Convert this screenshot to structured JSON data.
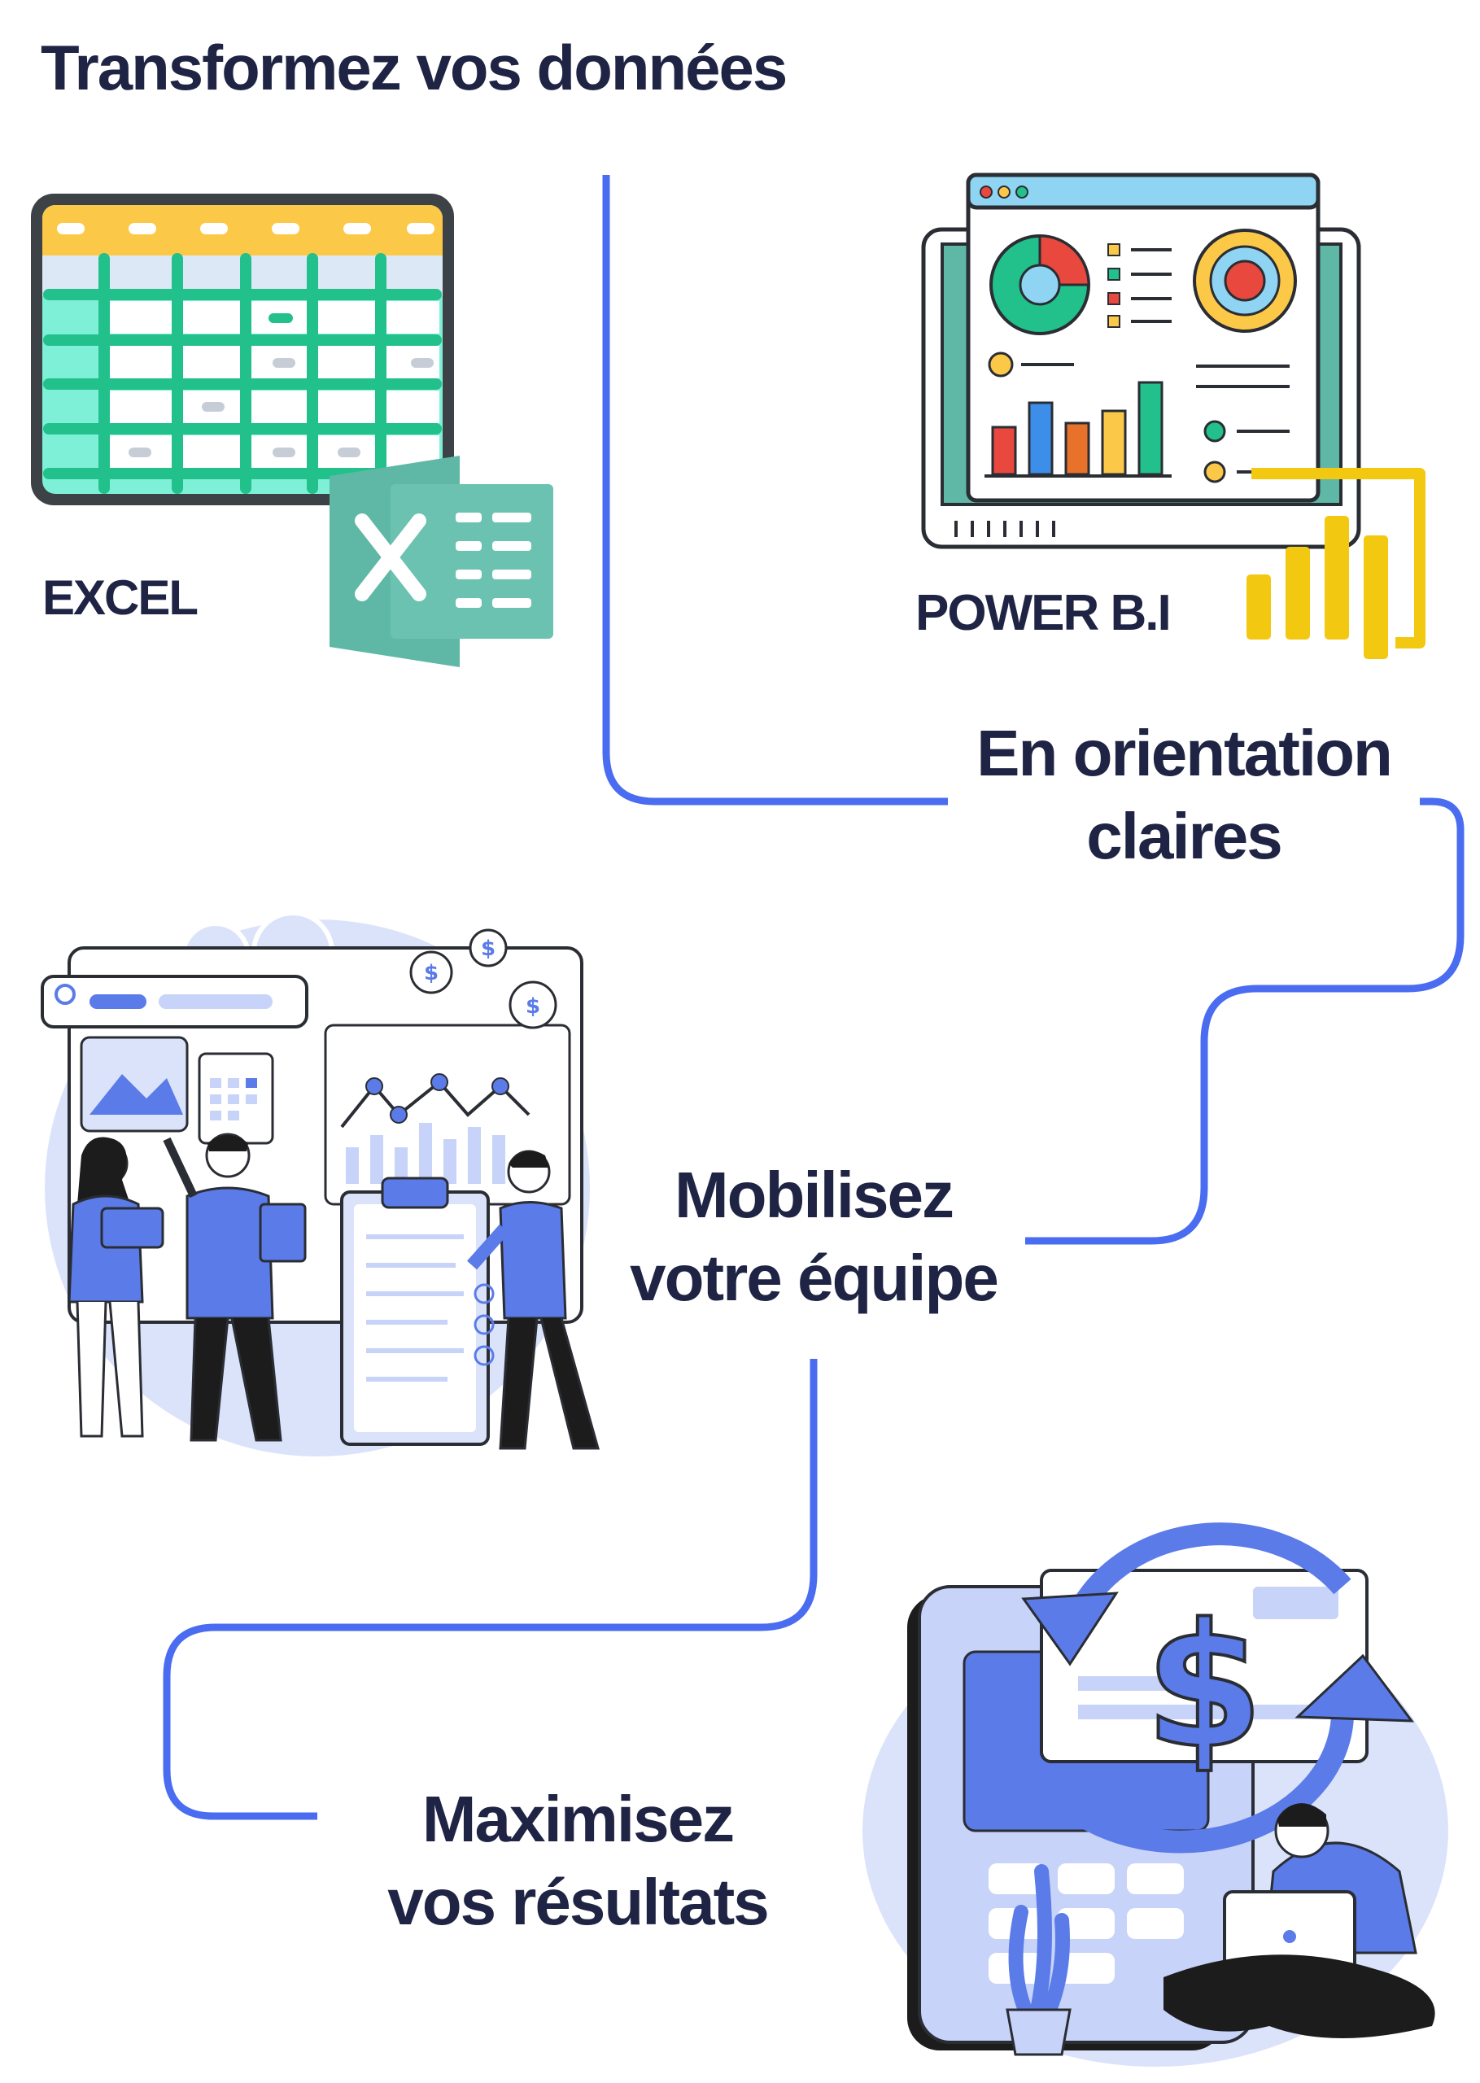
{
  "header": {
    "title": "Transformez vos données"
  },
  "tools": {
    "excel_label": "EXCEL",
    "powerbi_label": "POWER B.I"
  },
  "steps": [
    {
      "line1": "En orientation",
      "line2": "claires"
    },
    {
      "line1": "Mobilisez",
      "line2": "votre équipe"
    },
    {
      "line1": "Maximisez",
      "line2": "vos résultats"
    }
  ],
  "colors": {
    "navy": "#1f2444",
    "connector": "#4a6cf0",
    "excel_green": "#5fb8a6",
    "excel_grid": "#22c08a",
    "excel_header": "#fcc847",
    "powerbi_yellow": "#f2c811",
    "illustration_blue": "#5b7be8",
    "illustration_light": "#dbe3fb"
  },
  "icons": [
    "excel-logo-icon",
    "spreadsheet-icon",
    "powerbi-dashboard-icon",
    "powerbi-logo-icon",
    "team-analytics-illustration",
    "dollar-cycle-illustration"
  ]
}
